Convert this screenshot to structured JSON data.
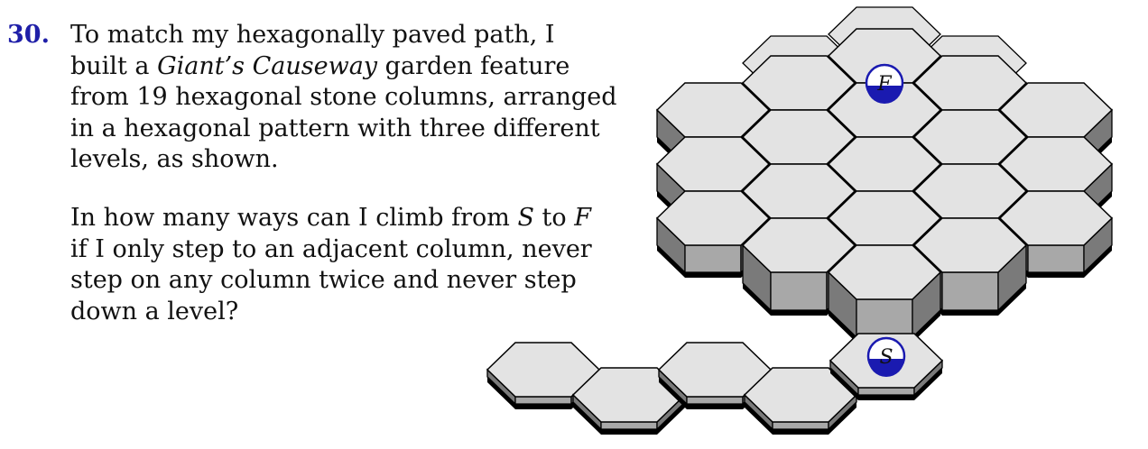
{
  "problem": {
    "number": "30.",
    "paragraph1_lines": [
      "To match my hexagonally paved path, I",
      "built a |Giant’s Causeway| garden feature",
      "from 19 hexagonal stone columns, arranged",
      "in a hexagonal pattern with three different",
      "levels, as shown."
    ],
    "paragraph2_lines": [
      "In how many ways can I climb from |S| to |F|",
      "if I only step to an adjacent column, never",
      "step on any column twice and never step",
      "down a level?"
    ]
  },
  "figure": {
    "start_label": "S",
    "finish_label": "F",
    "colors": {
      "top": "#e3e3e3",
      "side_light": "#bdbdbd",
      "side_mid": "#a8a8a8",
      "side_dark": "#7a7a7a",
      "base": "#000000",
      "marker": "#1a1ab0"
    }
  }
}
